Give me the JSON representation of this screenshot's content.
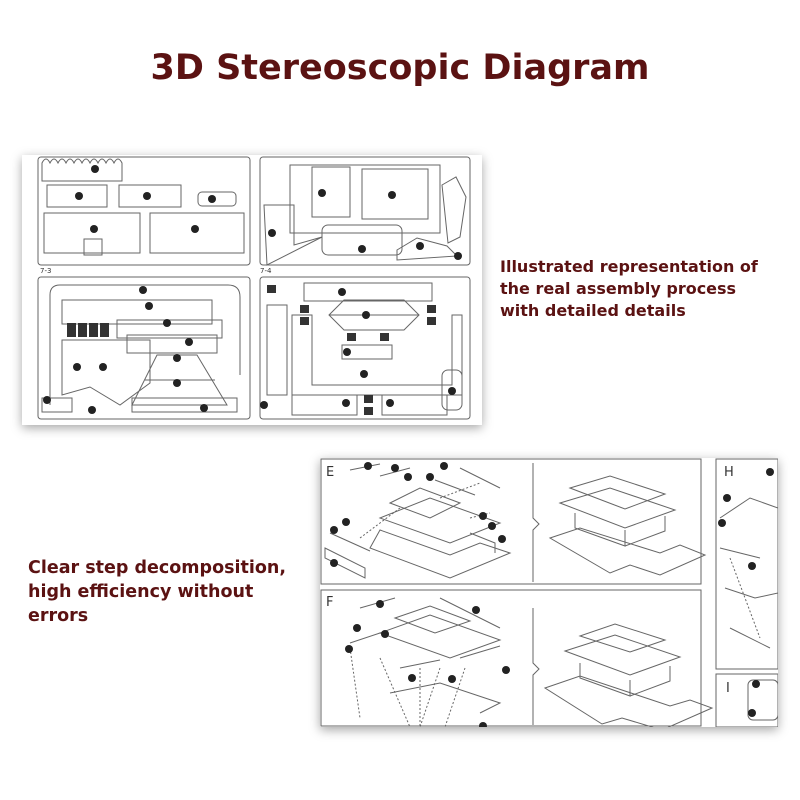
{
  "title": "3D Stereoscopic Diagram",
  "captions": {
    "top_right": [
      "Illustrated representation of",
      "the real assembly process",
      "with detailed details"
    ],
    "bottom_left": [
      "Clear step decomposition,",
      "high efficiency without",
      "errors"
    ]
  },
  "sheet_panel": {
    "section_labels": [
      "7-3",
      "7-4"
    ]
  },
  "steps_panel": {
    "step_labels": [
      "E",
      "F",
      "H",
      "I"
    ]
  },
  "colors": {
    "caption": "#5b1212",
    "line_art": "#555555"
  }
}
